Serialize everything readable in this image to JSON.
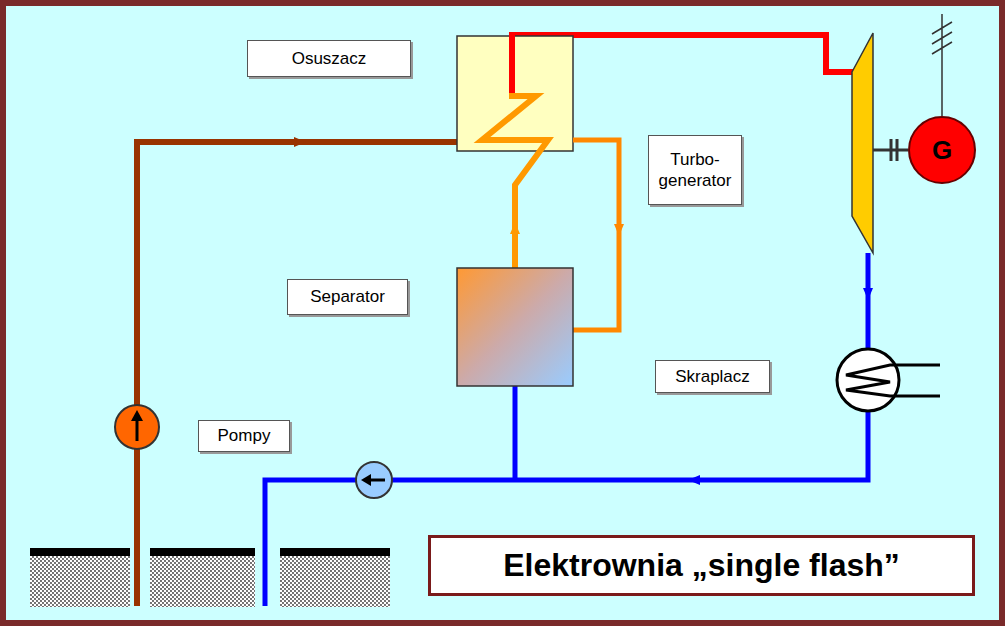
{
  "diagram": {
    "title": "Elektrownia „single flash”",
    "nodes": [
      {
        "text": [
          "Osuszacz"
        ]
      },
      {
        "text": [
          "Turbo- generator"
        ]
      },
      {
        "text": [
          "G"
        ]
      },
      {
        "text": [
          "Separator"
        ]
      },
      {
        "text": [
          "Skraplacz"
        ]
      },
      {
        "text": [
          "Pompy"
        ]
      }
    ]
  }
}
